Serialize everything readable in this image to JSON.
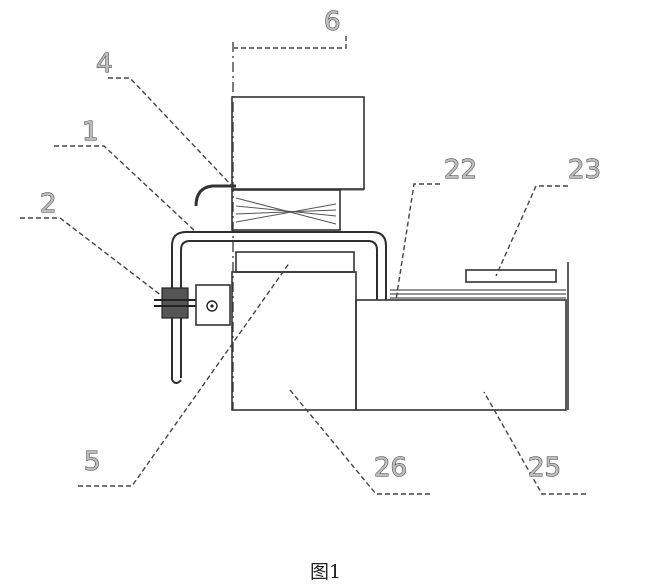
{
  "figure": {
    "caption": "图1",
    "labels": {
      "l1": "1",
      "l2": "2",
      "l4": "4",
      "l5": "5",
      "l6": "6",
      "l22": "22",
      "l23": "23",
      "l25": "25",
      "l26": "26"
    }
  }
}
